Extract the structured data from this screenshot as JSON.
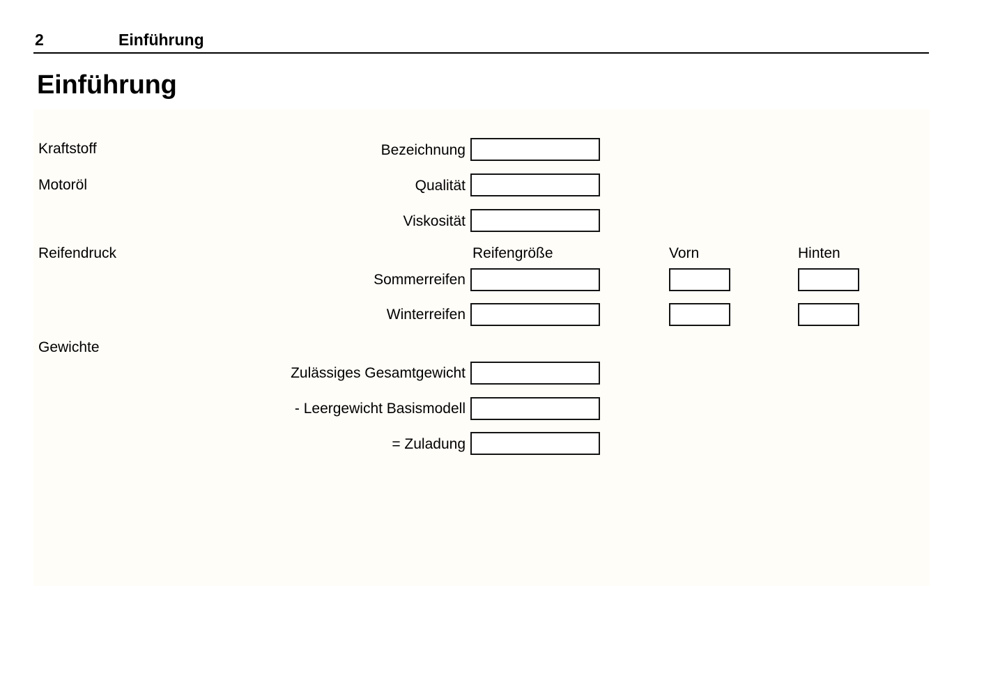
{
  "header": {
    "page_number": "2",
    "title": "Einführung"
  },
  "chapter": {
    "title": "Einführung"
  },
  "form": {
    "sections": [
      {
        "label": "Kraftstoff"
      },
      {
        "label": "Motoröl"
      },
      {
        "label": "Reifendruck"
      },
      {
        "label": "Gewichte"
      }
    ],
    "column_headers": {
      "tire_size": "Reifengröße",
      "front": "Vorn",
      "rear": "Hinten"
    },
    "fields": {
      "designation": "Bezeichnung",
      "quality": "Qualität",
      "viscosity": "Viskosität",
      "summer_tires": "Sommerreifen",
      "winter_tires": "Winterreifen",
      "gross_weight": "Zulässiges Gesamtgewicht",
      "kerb_weight": "- Leergewicht Basismodell",
      "payload": "= Zuladung"
    },
    "values": {
      "designation": "",
      "quality": "",
      "viscosity": "",
      "summer_size": "",
      "summer_front": "",
      "summer_rear": "",
      "winter_size": "",
      "winter_front": "",
      "winter_rear": "",
      "gross_weight": "",
      "kerb_weight": "",
      "payload": ""
    }
  },
  "colors": {
    "ink": "#000000",
    "box_border": "#141414",
    "panel_bg": "#fffdf8",
    "page_bg": "#ffffff"
  }
}
